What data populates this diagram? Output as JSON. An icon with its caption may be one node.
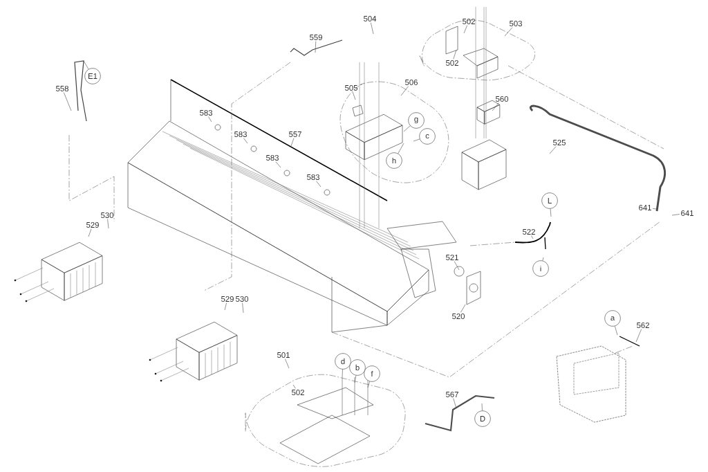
{
  "diagram": {
    "nodes": [
      {
        "text": [
          "E1"
        ]
      },
      {
        "text": [
          "558"
        ]
      },
      {
        "text": [
          "559"
        ]
      },
      {
        "text": [
          "504"
        ]
      },
      {
        "text": [
          "502"
        ]
      },
      {
        "text": [
          "503"
        ]
      },
      {
        "text": [
          "502"
        ]
      },
      {
        "text": [
          "505"
        ]
      },
      {
        "text": [
          "506"
        ]
      },
      {
        "text": [
          "g"
        ]
      },
      {
        "text": [
          "c"
        ]
      },
      {
        "text": [
          "h"
        ]
      },
      {
        "text": [
          "560"
        ]
      },
      {
        "text": [
          "525"
        ]
      },
      {
        "text": [
          "583"
        ]
      },
      {
        "text": [
          "583"
        ]
      },
      {
        "text": [
          "557"
        ]
      },
      {
        "text": [
          "583"
        ]
      },
      {
        "text": [
          "583"
        ]
      },
      {
        "text": [
          "641"
        ]
      },
      {
        "text": [
          "641"
        ]
      },
      {
        "text": [
          "L"
        ]
      },
      {
        "text": [
          "522"
        ]
      },
      {
        "text": [
          "i"
        ]
      },
      {
        "text": [
          "521"
        ]
      },
      {
        "text": [
          "530"
        ]
      },
      {
        "text": [
          "529"
        ]
      },
      {
        "text": [
          "520"
        ]
      },
      {
        "text": [
          "529"
        ]
      },
      {
        "text": [
          "530"
        ]
      },
      {
        "text": [
          "a"
        ]
      },
      {
        "text": [
          "562"
        ]
      },
      {
        "text": [
          "501"
        ]
      },
      {
        "text": [
          "d"
        ]
      },
      {
        "text": [
          "b"
        ]
      },
      {
        "text": [
          "f"
        ]
      },
      {
        "text": [
          "502"
        ]
      },
      {
        "text": [
          "567"
        ]
      },
      {
        "text": [
          "D"
        ]
      }
    ],
    "edges": [
      {
        "from": 0,
        "to": null,
        "arrow": "none"
      },
      {
        "from": 1,
        "to": null,
        "arrow": "none"
      },
      {
        "from": 2,
        "to": null,
        "arrow": "none"
      },
      {
        "from": 3,
        "to": null,
        "arrow": "none"
      },
      {
        "from": 4,
        "to": null,
        "arrow": "none"
      },
      {
        "from": 5,
        "to": null,
        "arrow": "none"
      },
      {
        "from": 6,
        "to": null,
        "arrow": "none"
      },
      {
        "from": 7,
        "to": null,
        "arrow": "none"
      },
      {
        "from": 8,
        "to": null,
        "arrow": "none"
      },
      {
        "from": 9,
        "to": null,
        "arrow": "none"
      },
      {
        "from": 10,
        "to": null,
        "arrow": "none"
      },
      {
        "from": 11,
        "to": null,
        "arrow": "none"
      },
      {
        "from": 12,
        "to": null,
        "arrow": "none"
      },
      {
        "from": 13,
        "to": null,
        "arrow": "none"
      },
      {
        "from": 14,
        "to": null,
        "arrow": "none"
      },
      {
        "from": 15,
        "to": null,
        "arrow": "none"
      },
      {
        "from": 16,
        "to": null,
        "arrow": "none"
      },
      {
        "from": 17,
        "to": null,
        "arrow": "none"
      },
      {
        "from": 18,
        "to": null,
        "arrow": "none"
      },
      {
        "from": 19,
        "to": null,
        "arrow": "none"
      },
      {
        "from": 20,
        "to": null,
        "arrow": "none"
      },
      {
        "from": 21,
        "to": null,
        "arrow": "none"
      },
      {
        "from": 22,
        "to": null,
        "arrow": "none"
      },
      {
        "from": 23,
        "to": null,
        "arrow": "none"
      },
      {
        "from": 24,
        "to": null,
        "arrow": "none"
      },
      {
        "from": 25,
        "to": null,
        "arrow": "none"
      },
      {
        "from": 26,
        "to": null,
        "arrow": "none"
      },
      {
        "from": 27,
        "to": null,
        "arrow": "none"
      },
      {
        "from": 28,
        "to": null,
        "arrow": "none"
      },
      {
        "from": 29,
        "to": null,
        "arrow": "none"
      },
      {
        "from": 30,
        "to": null,
        "arrow": "none"
      },
      {
        "from": 31,
        "to": null,
        "arrow": "none"
      },
      {
        "from": 32,
        "to": null,
        "arrow": "none"
      },
      {
        "from": 33,
        "to": null,
        "arrow": "none"
      },
      {
        "from": 34,
        "to": null,
        "arrow": "none"
      },
      {
        "from": 35,
        "to": null,
        "arrow": "none"
      },
      {
        "from": 36,
        "to": null,
        "arrow": "none"
      },
      {
        "from": 37,
        "to": null,
        "arrow": "none"
      },
      {
        "from": 38,
        "to": null,
        "arrow": "none"
      }
    ]
  }
}
